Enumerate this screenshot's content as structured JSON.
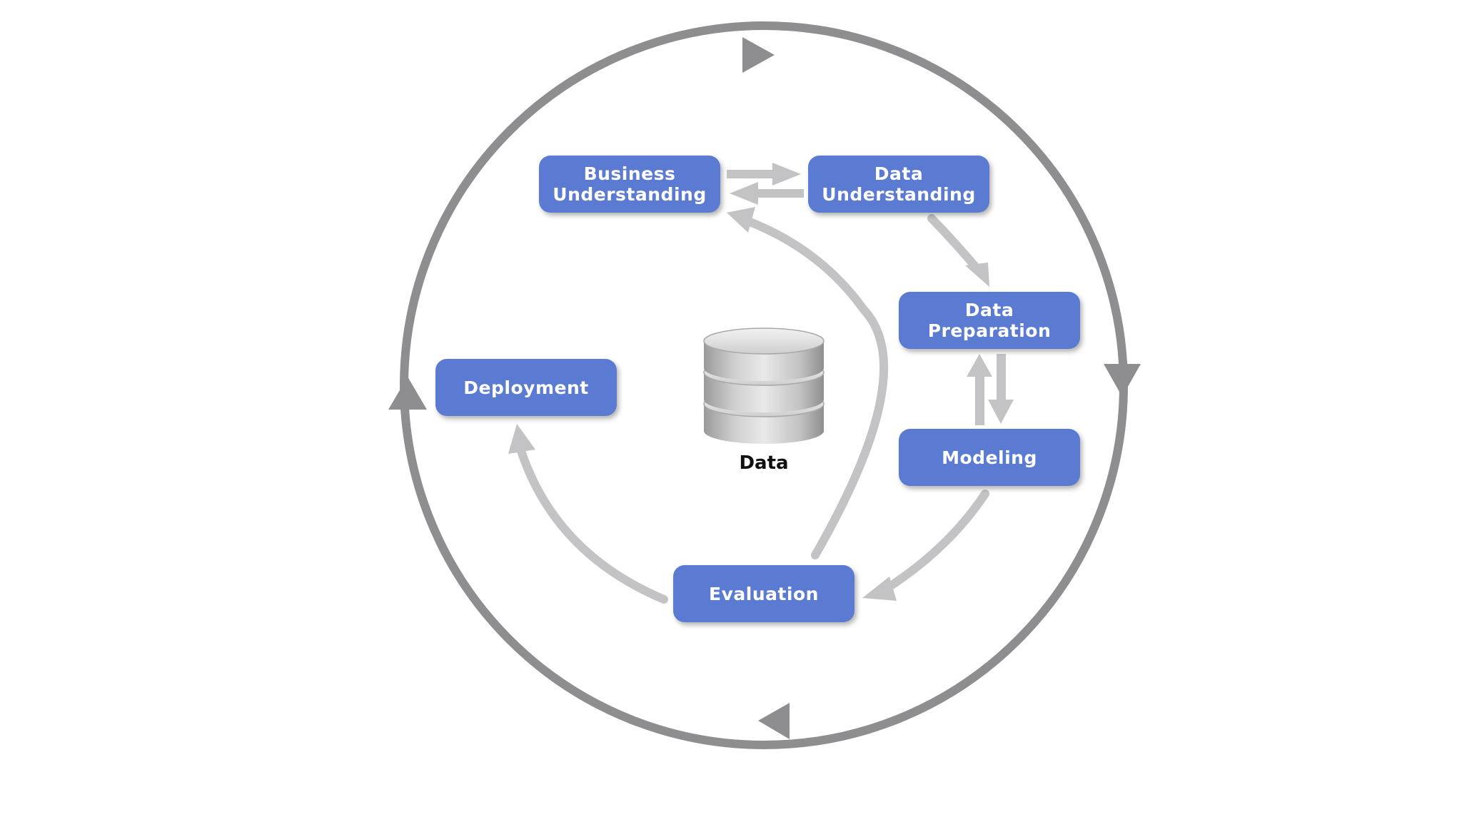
{
  "phases": {
    "business_understanding": [
      "Business",
      "Understanding"
    ],
    "data_understanding": [
      "Data",
      "Understanding"
    ],
    "data_preparation": [
      "Data",
      "Preparation"
    ],
    "modeling": "Modeling",
    "evaluation": "Evaluation",
    "deployment": "Deployment"
  },
  "center": {
    "label": "Data",
    "icon": "database-icon"
  },
  "colors": {
    "phase_box": "#5b7bd3",
    "outer_cycle": "#8e8e90",
    "inner_arrows": "#c3c3c5"
  }
}
